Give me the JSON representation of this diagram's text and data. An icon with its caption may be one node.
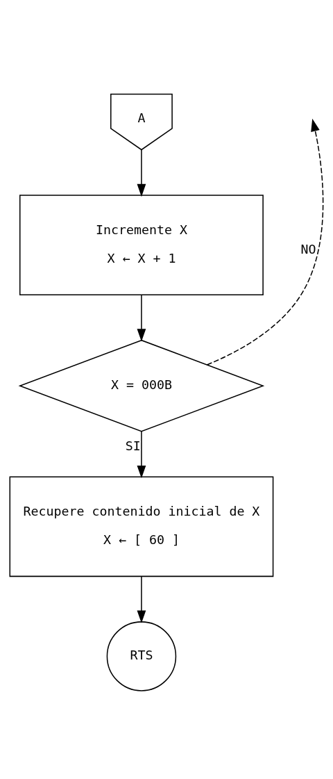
{
  "diagram": {
    "nodes": [
      {
        "text": [
          "A"
        ]
      },
      {
        "text": [
          "Incremente X",
          "X ← X + 1"
        ]
      },
      {
        "text": [
          "X = 000B"
        ]
      },
      {
        "text": [
          "Recupere contenido inicial de X",
          "X ← [ 60 ]"
        ]
      },
      {
        "text": [
          "RTS"
        ]
      }
    ],
    "edges": [
      {
        "from": 0,
        "to": 1,
        "arrow": "to"
      },
      {
        "from": 1,
        "to": 2,
        "arrow": "to"
      },
      {
        "from": 2,
        "to": null,
        "arrow": "to",
        "label": "NO",
        "style": "dashed"
      },
      {
        "from": 2,
        "to": 3,
        "arrow": "to",
        "label": "SI"
      },
      {
        "from": 3,
        "to": 4,
        "arrow": "to"
      }
    ]
  }
}
